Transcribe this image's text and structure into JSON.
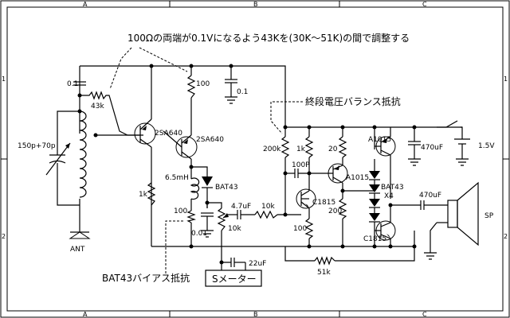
{
  "frame": {
    "columns": [
      "A",
      "B",
      "C"
    ],
    "rows": [
      "1",
      "2"
    ]
  },
  "annotations": {
    "top_note": "100Ωの両端が0.1Vになるよう43Kを(30K〜51K)の間で調整する",
    "final_stage_note": "終段電圧バランス抵抗",
    "bat43_bias_note": "BAT43バイアス抵抗",
    "s_meter": "Sメーター"
  },
  "components": {
    "c_01_left": "0.1",
    "r_43k": "43k",
    "vc": "150p+70p",
    "ant": "ANT",
    "r_100_top": "100",
    "c_01_top": "0.1",
    "q1": "2SA640",
    "q2": "2SA640",
    "r_1k_left": "1k",
    "l_65mh": "6.5mH",
    "d_bat43": "BAT43",
    "r_100_mid": "100",
    "c_001": "0.01",
    "c_47uf": "4.7uF",
    "vr_10k": "10k",
    "r_10k": "10k",
    "c_22uf": "22uF",
    "r_200k": "200k",
    "r_1k": "1k",
    "r_20": "20",
    "c_100p": "100P",
    "q_a1015_mid": "A1015",
    "q_c1815_mid": "C1815",
    "r_100_low": "100",
    "r_200": "200",
    "q_a1015_out": "A1015",
    "d_bat43_x4": "BAT43",
    "x4": "X4",
    "q_c1815_out": "C1815",
    "c_470uf_top": "470uF",
    "c_470uf_out": "470uF",
    "batt": "1.5V",
    "sp": "SP",
    "r_51k": "51k"
  }
}
